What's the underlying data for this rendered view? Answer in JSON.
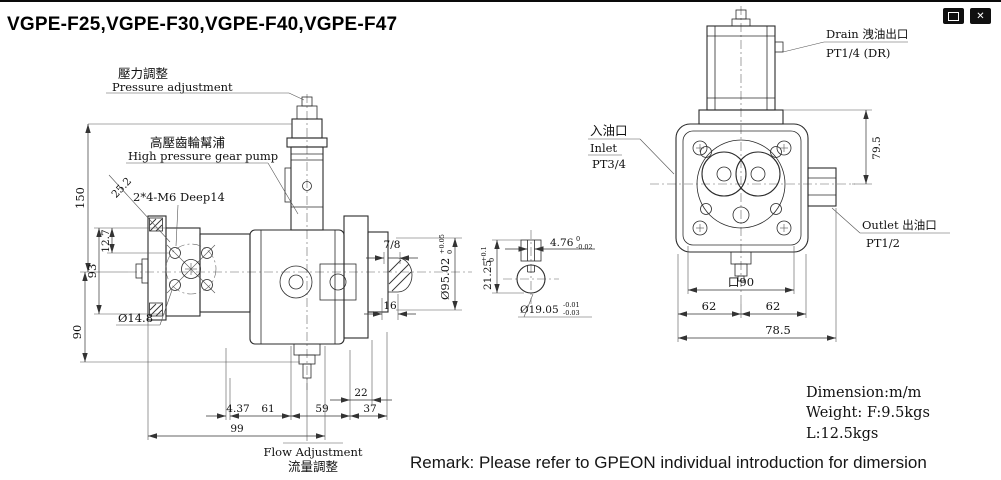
{
  "window": {
    "close_glyph": "✕"
  },
  "title": "VGPE-F25,VGPE-F30,VGPE-F40,VGPE-F47",
  "side_view": {
    "pressure_adjustment_zh": "壓力調整",
    "pressure_adjustment_en": "Pressure adjustment",
    "gear_pump_zh": "高壓齒輪幫浦",
    "gear_pump_en": "High pressure gear pump",
    "thread_note": "2*4-M6 Deep14",
    "flow_adjustment_en": "Flow Adjustment",
    "flow_adjustment_zh": "流量調整",
    "dims": {
      "overall_height": "150",
      "bolt_diagonal": "25.2",
      "hole_offset": "12.7",
      "flange_height": "93",
      "lower_height": "90",
      "hole_diameter": "Ø14.8",
      "shaft_key": "7/8",
      "shaft_length": "16",
      "pilot_diameter": "Ø95.02",
      "pilot_tol_upper": "+0.05",
      "pilot_tol_lower": "0",
      "len_22": "22",
      "len_4_37": "4.37",
      "len_61": "61",
      "len_59": "59",
      "len_37": "37",
      "len_99": "99"
    }
  },
  "shaft_section": {
    "height": "21.25",
    "height_tol_upper": "+0.1",
    "height_tol_lower": "0",
    "key_width": "4.76",
    "key_tol_upper": "0",
    "key_tol_lower": "-0.02",
    "diameter": "Ø19.05",
    "dia_tol_upper": "-0.01",
    "dia_tol_lower": "-0.03"
  },
  "front_view": {
    "drain_label": "Drain 洩油出口",
    "drain_port": "PT1/4 (DR)",
    "inlet_zh": "入油口",
    "inlet_en": "Inlet",
    "inlet_port": "PT3/4",
    "outlet_label": "Outlet 出油口",
    "outlet_port": "PT1/2",
    "dims": {
      "center_height": "79.5",
      "square_size": "口90",
      "left_62": "62",
      "right_62": "62",
      "overall_width": "78.5"
    }
  },
  "notes": {
    "dimension_unit": "Dimension:m/m",
    "weight": "Weight: F:9.5kgs L:12.5kgs"
  },
  "remark": "Remark: Please refer to GPEON individual introduction for dimersion"
}
